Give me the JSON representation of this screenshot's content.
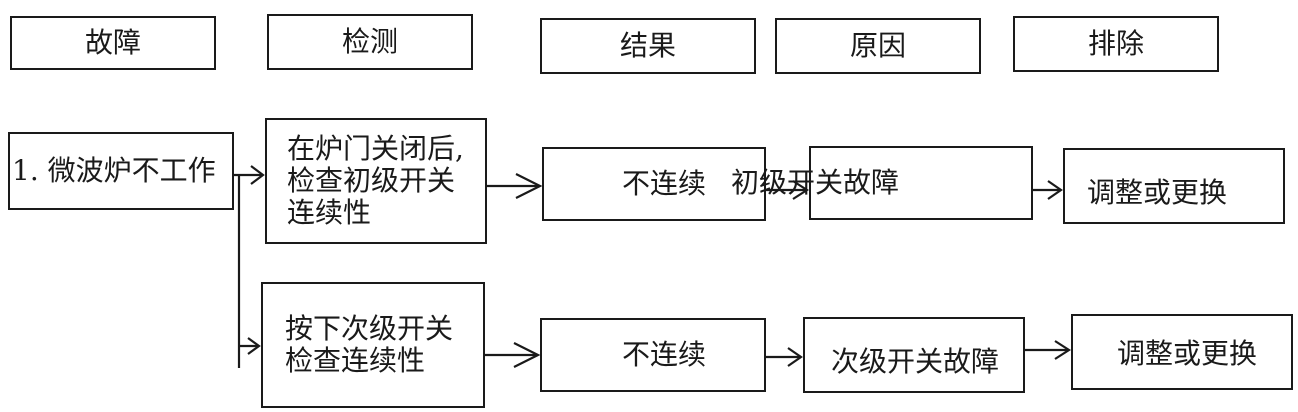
{
  "headers": {
    "fault": "故障",
    "detect": "检测",
    "result": "结果",
    "cause": "原因",
    "remedy": "排除"
  },
  "fault": {
    "label": "1. 微波炉不工作"
  },
  "row1": {
    "detect_lines": [
      "在炉门关闭后,",
      "检查初级开关",
      "连续性"
    ],
    "result": "不连续",
    "cause": "初级开关故障",
    "remedy": "调整或更换"
  },
  "row2": {
    "detect_lines": [
      "按下次级开关",
      "检查连续性"
    ],
    "result": "不连续",
    "cause": "次级开关故障",
    "remedy": "调整或更换"
  }
}
